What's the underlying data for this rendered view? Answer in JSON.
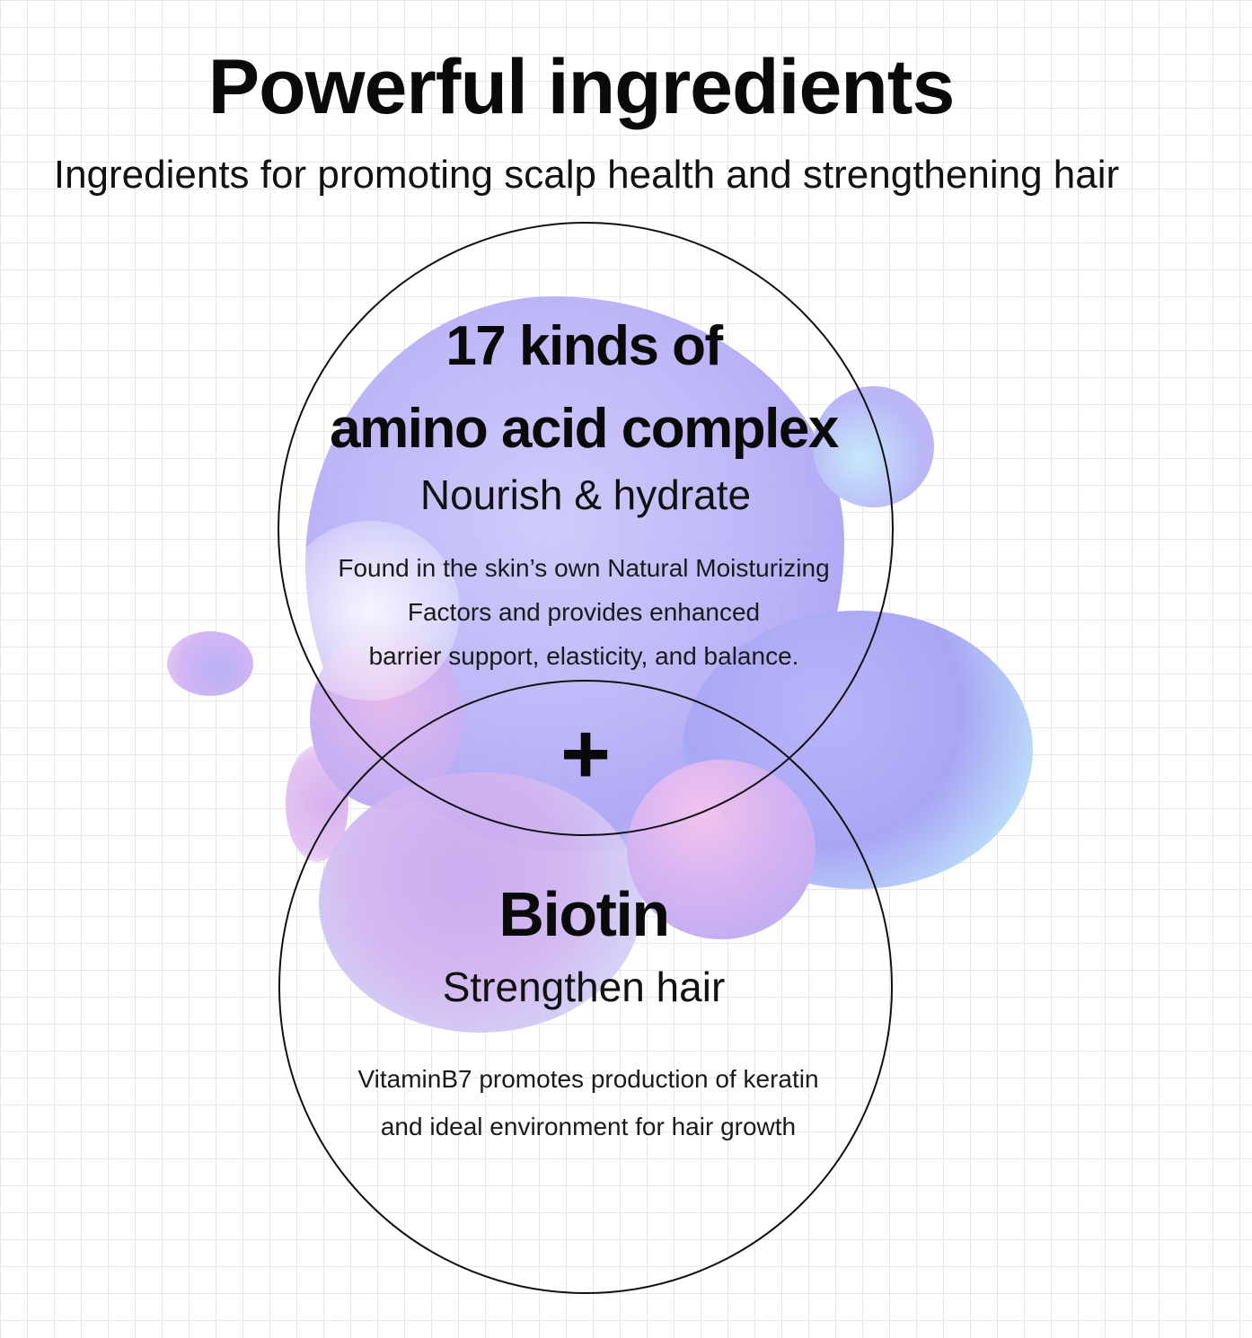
{
  "header": {
    "title": "Powerful ingredients",
    "subtitle": "Ingredients for promoting scalp health and strengthening hair"
  },
  "ingredients": [
    {
      "title_line1": "17 kinds of",
      "title_line2": "amino acid complex",
      "benefit": "Nourish & hydrate",
      "desc_line1": "Found in the skin’s own Natural Moisturizing",
      "desc_line2": "Factors and provides enhanced",
      "desc_line3": "barrier support, elasticity, and balance."
    },
    {
      "title": "Biotin",
      "benefit": "Strengthen hair",
      "desc_line1": "VitaminB7 promotes production of keratin",
      "desc_line2": "and ideal environment for hair growth"
    }
  ],
  "connector": "+",
  "colors": {
    "ink": "#0a0a0a",
    "grid": "#e6e6ec",
    "blob_lavender": "#b7b0f7",
    "blob_pink": "#f2c3ee",
    "blob_cyan": "#bfe7fb"
  }
}
